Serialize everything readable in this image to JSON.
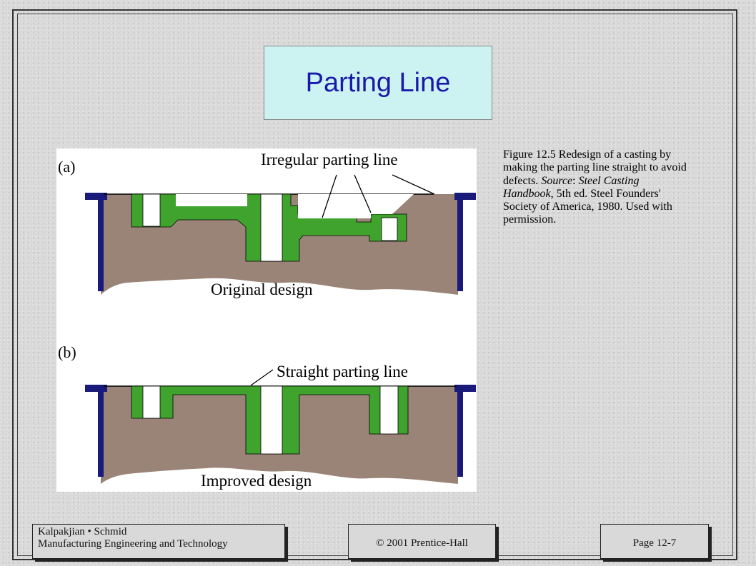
{
  "slide": {
    "title": "Parting Line"
  },
  "figure": {
    "panel_a_label": "(a)",
    "panel_a_annotation": "Irregular parting line",
    "panel_a_design": "Original design",
    "panel_b_label": "(b)",
    "panel_b_annotation": "Straight parting line",
    "panel_b_design": "Improved design",
    "colors": {
      "sand": "#9a8478",
      "casting": "#3fa32e",
      "flask": "#1a1a7a",
      "core": "#ffffff"
    }
  },
  "caption": {
    "text_1": "Figure 12.5  Redesign of a casting by making the parting line straight to avoid defects. ",
    "source_label": "Source",
    "text_2": ": ",
    "source_title_1": "Steel Casting Handbook",
    "text_3": ", 5th ed.  Steel Founders' Society of America, 1980.  Used with permission."
  },
  "footer": {
    "authors": "Kalpakjian • Schmid",
    "book": "Manufacturing Engineering and Technology",
    "copyright": "© 2001 Prentice-Hall",
    "page": "Page 12-7"
  }
}
